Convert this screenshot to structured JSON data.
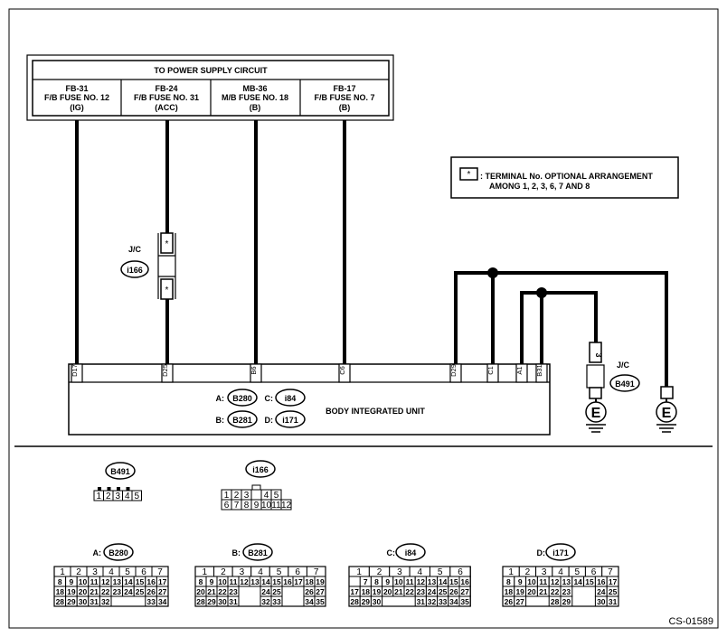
{
  "supply": {
    "title": "TO POWER SUPPLY CIRCUIT",
    "fuses": [
      {
        "id": "FB-31",
        "name": "F/B FUSE NO. 12",
        "mode": "(IG)"
      },
      {
        "id": "FB-24",
        "name": "F/B FUSE NO. 31",
        "mode": "(ACC)"
      },
      {
        "id": "MB-36",
        "name": "M/B FUSE NO. 18",
        "mode": "(B)"
      },
      {
        "id": "FB-17",
        "name": "F/B FUSE NO. 7",
        "mode": "(B)"
      }
    ]
  },
  "legend": {
    "symbol": "*",
    "line1": ": TERMINAL No. OPTIONAL ARRANGEMENT",
    "line2": "AMONG 1, 2, 3, 6, 7 AND 8"
  },
  "jc_left": {
    "label": "J/C",
    "connector": "i166",
    "star": "*"
  },
  "jc_right": {
    "label": "J/C",
    "connector": "B491",
    "terminal": "3"
  },
  "ground_label": "E",
  "body_unit": {
    "name": "BODY INTEGRATED UNIT",
    "terminals": [
      "D17",
      "D25",
      "B6",
      "C6",
      "D29",
      "C1",
      "A1",
      "B31"
    ],
    "connectors": [
      {
        "letter": "A:",
        "code": "B280"
      },
      {
        "letter": "B:",
        "code": "B281"
      },
      {
        "letter": "C:",
        "code": "i84"
      },
      {
        "letter": "D:",
        "code": "i171"
      }
    ]
  },
  "connector_views": {
    "b491": {
      "code": "B491",
      "pins": [
        "1",
        "2",
        "3",
        "4",
        "5"
      ]
    },
    "i166": {
      "code": "i166",
      "row1": [
        "1",
        "2",
        "3",
        "",
        "4",
        "5"
      ],
      "row2": [
        "6",
        "7",
        "8",
        "9",
        "10",
        "11",
        "12"
      ]
    },
    "a": {
      "letter": "A:",
      "code": "B280",
      "row1": [
        "1",
        "2",
        "3",
        "4",
        "5",
        "6",
        "7"
      ],
      "row2": [
        "8",
        "9",
        "10",
        "11",
        "12",
        "13",
        "14",
        "15",
        "16",
        "17"
      ],
      "row3": [
        "18",
        "19",
        "20",
        "21",
        "22",
        "23",
        "24",
        "25",
        "26",
        "27"
      ],
      "row4": [
        "28",
        "29",
        "30",
        "31",
        "32",
        "33",
        "34"
      ]
    },
    "b": {
      "letter": "B:",
      "code": "B281",
      "row1": [
        "1",
        "2",
        "3",
        "4",
        "5",
        "6",
        "7"
      ],
      "row2": [
        "8",
        "9",
        "10",
        "11",
        "12",
        "13",
        "14",
        "15",
        "16",
        "17",
        "18",
        "19"
      ],
      "row3": [
        "20",
        "21",
        "22",
        "23",
        "24",
        "25",
        "26",
        "27"
      ],
      "row4": [
        "28",
        "29",
        "30",
        "31",
        "32",
        "33",
        "34",
        "35"
      ]
    },
    "c": {
      "letter": "C:",
      "code": "i84",
      "row1": [
        "1",
        "2",
        "3",
        "4",
        "5",
        "6"
      ],
      "row2": [
        "7",
        "8",
        "9",
        "10",
        "11",
        "12",
        "13",
        "14",
        "15",
        "16"
      ],
      "row3": [
        "17",
        "18",
        "19",
        "20",
        "21",
        "22",
        "23",
        "24",
        "25",
        "26",
        "27"
      ],
      "row4": [
        "28",
        "29",
        "30",
        "31",
        "32",
        "33",
        "34",
        "35"
      ]
    },
    "d": {
      "letter": "D:",
      "code": "i171",
      "row1": [
        "1",
        "2",
        "3",
        "4",
        "5",
        "6",
        "7"
      ],
      "row2": [
        "8",
        "9",
        "10",
        "11",
        "12",
        "13",
        "14",
        "15",
        "16",
        "17"
      ],
      "row3": [
        "18",
        "19",
        "20",
        "21",
        "22",
        "23",
        "24",
        "25"
      ],
      "row4": [
        "26",
        "27",
        "28",
        "29",
        "30",
        "31"
      ]
    }
  },
  "figure_code": "CS-01589"
}
